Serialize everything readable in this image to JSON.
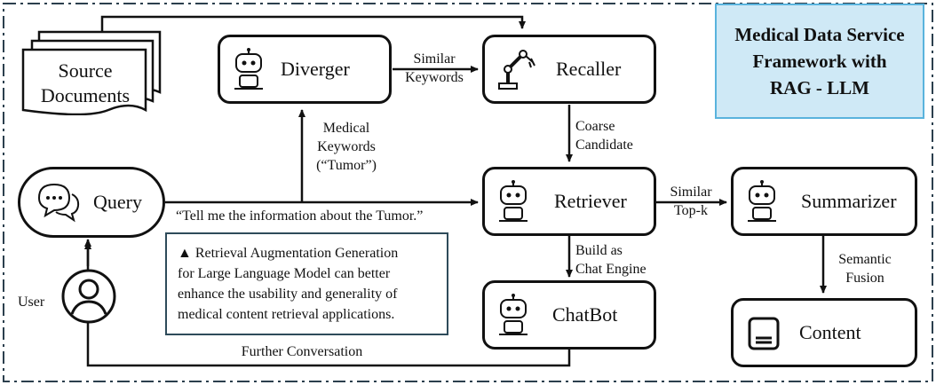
{
  "title": [
    "Medical Data Service",
    "Framework with",
    "RAG - LLM"
  ],
  "nodes": {
    "source_documents": [
      "Source",
      "Documents"
    ],
    "diverger": "Diverger",
    "recaller": "Recaller",
    "query": "Query",
    "retriever": "Retriever",
    "summarizer": "Summarizer",
    "chatbot": "ChatBot",
    "content": "Content",
    "user": "User"
  },
  "edges": {
    "similar_keywords": [
      "Similar",
      "Keywords"
    ],
    "medical_keywords": [
      "Medical",
      "Keywords",
      "(“Tumor”)"
    ],
    "coarse_candidate": [
      "Coarse",
      "Candidate"
    ],
    "query_text": "“Tell me the information about the Tumor.”",
    "similar_topk": [
      "Similar",
      "Top-k"
    ],
    "build_chat_engine": [
      "Build as",
      "Chat Engine"
    ],
    "semantic_fusion": [
      "Semantic",
      "Fusion"
    ],
    "further_conversation": "Further Conversation"
  },
  "note": [
    "▲ Retrieval Augmentation Generation",
    "for Large Language Model can better",
    "enhance the usability and generality of",
    "medical content retrieval applications."
  ],
  "colors": {
    "title_bg": "#cfe9f6",
    "title_border": "#59b3dd",
    "note_border": "#2e4b5a",
    "line": "#111111"
  },
  "icons": [
    "robot-icon",
    "robot-arm-icon",
    "chat-bubbles-icon",
    "user-icon",
    "document-icon"
  ]
}
